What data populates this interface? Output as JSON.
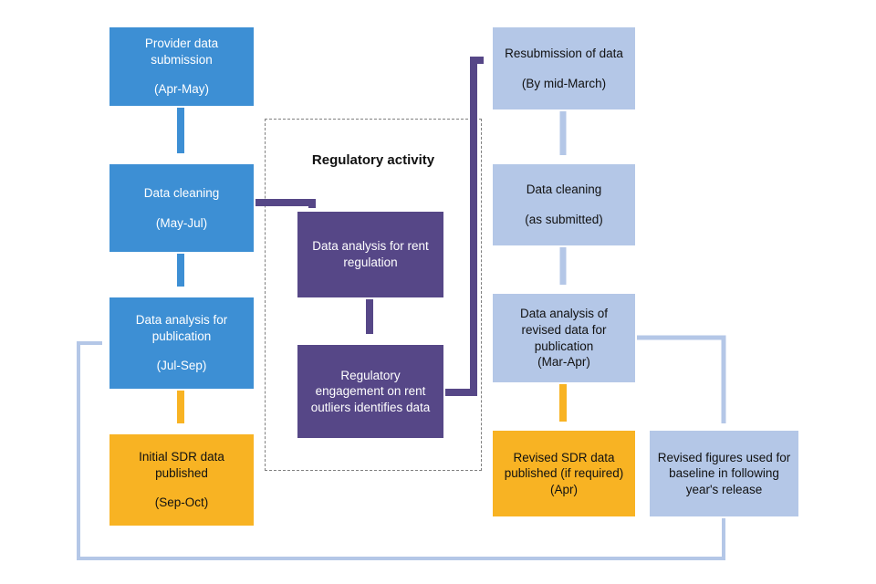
{
  "colors": {
    "process_blue": "#3d8fd4",
    "publish_orange": "#f8b323",
    "regulatory_purple": "#564787",
    "revision_light_blue": "#b4c7e7"
  },
  "regulatory_group": {
    "label": "Regulatory activity"
  },
  "boxes": {
    "l1": {
      "line1": "Provider data submission",
      "line2": "(Apr-May)"
    },
    "l2": {
      "line1": "Data cleaning",
      "line2": "(May-Jul)"
    },
    "l3": {
      "line1": "Data analysis for publication",
      "line2": "(Jul-Sep)"
    },
    "l4": {
      "line1": "Initial SDR data published",
      "line2": "(Sep-Oct)"
    },
    "m1": {
      "line1": "Data analysis for rent regulation"
    },
    "m2": {
      "line1": "Regulatory engagement on rent outliers identifies data"
    },
    "r1": {
      "line1": "Resubmission of data",
      "line2": "(By mid-March)"
    },
    "r2": {
      "line1": "Data cleaning",
      "line2": "(as submitted)"
    },
    "r3": {
      "line1": "Data analysis of revised data for publication",
      "line2": "(Mar-Apr)"
    },
    "r4": {
      "line1": "Revised SDR data published  (if required) (Apr)"
    },
    "r5": {
      "line1": "Revised figures used for baseline in following year's release"
    }
  }
}
